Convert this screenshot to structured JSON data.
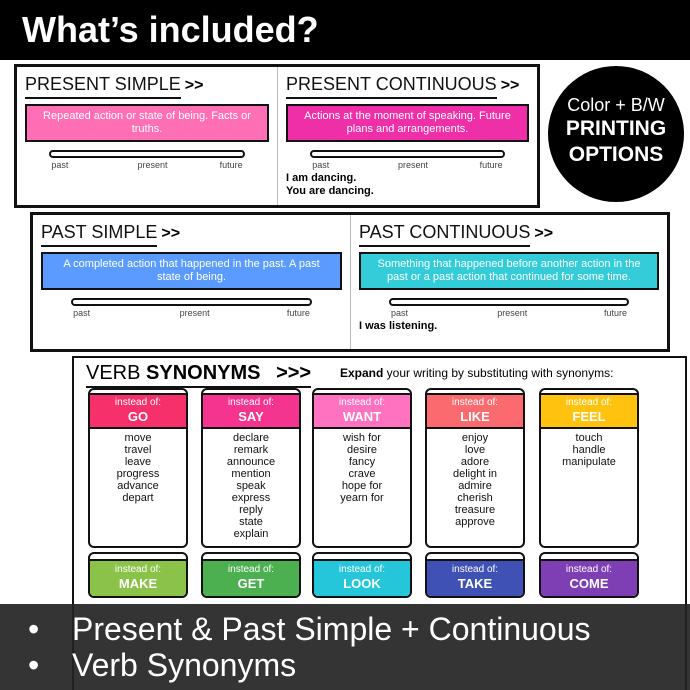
{
  "header": {
    "title": "What’s included?"
  },
  "badge": {
    "line1": "Color + B/W",
    "line2": "PRINTING",
    "line3": "OPTIONS"
  },
  "present_simple": {
    "title": "PRESENT SIMPLE",
    "arrows": ">>",
    "definition": "Repeated action or state of being. Facts or truths.",
    "timeline": [
      "past",
      "present",
      "future"
    ],
    "color": "#ff6fb5"
  },
  "present_continuous": {
    "title": "PRESENT CONTINUOUS",
    "arrows": ">>",
    "definition": "Actions at the moment of speaking. Future plans and arrangements.",
    "timeline": [
      "past",
      "present",
      "future"
    ],
    "examples": [
      "I am dancing.",
      "You are dancing."
    ],
    "color": "#ee2fa8"
  },
  "past_simple": {
    "title": "PAST SIMPLE",
    "arrows": ">>",
    "definition": "A completed action that happened in the past. A past state of being.",
    "timeline": [
      "past",
      "present",
      "future"
    ],
    "color": "#5b9bff"
  },
  "past_continuous": {
    "title": "PAST CONTINUOUS",
    "arrows": ">>",
    "definition": "Something that happened before another action in the past or a past action that continued for some time.",
    "timeline": [
      "past",
      "present",
      "future"
    ],
    "examples": [
      "I was listening."
    ],
    "color": "#33ccd8"
  },
  "verb_synonyms": {
    "title_light": "VERB",
    "title_bold": "SYNONYMS",
    "arrows": ">>>",
    "subtitle_bold": "Expand",
    "subtitle_rest": " your writing by substituting with synonyms:",
    "cards": [
      {
        "label": "instead of:",
        "word": "GO",
        "color": "#f5306a",
        "synonyms": [
          "move",
          "travel",
          "leave",
          "progress",
          "advance",
          "depart"
        ]
      },
      {
        "label": "instead of:",
        "word": "SAY",
        "color": "#f5348f",
        "synonyms": [
          "declare",
          "remark",
          "announce",
          "mention",
          "speak",
          "express",
          "reply",
          "state",
          "explain"
        ]
      },
      {
        "label": "instead of:",
        "word": "WANT",
        "color": "#ff72c0",
        "synonyms": [
          "wish for",
          "desire",
          "fancy",
          "crave",
          "hope for",
          "yearn for"
        ]
      },
      {
        "label": "instead of:",
        "word": "LIKE",
        "color": "#fb6a6e",
        "synonyms": [
          "enjoy",
          "love",
          "adore",
          "delight in",
          "admire",
          "cherish",
          "treasure",
          "approve"
        ]
      },
      {
        "label": "instead of:",
        "word": "FEEL",
        "color": "#ffc20e",
        "synonyms": [
          "touch",
          "handle",
          "manipulate"
        ]
      }
    ],
    "cards_row2": [
      {
        "label": "instead of:",
        "word": "MAKE",
        "color": "#8bc34a"
      },
      {
        "label": "instead of:",
        "word": "GET",
        "color": "#4caf50"
      },
      {
        "label": "instead of:",
        "word": "LOOK",
        "color": "#26c6da"
      },
      {
        "label": "instead of:",
        "word": "TAKE",
        "color": "#3f51b5"
      },
      {
        "label": "instead of:",
        "word": "COME",
        "color": "#7e3fb5"
      }
    ]
  },
  "overlay": {
    "bullet": "•",
    "items": [
      "Present & Past Simple + Continuous",
      "Verb Synonyms"
    ]
  }
}
